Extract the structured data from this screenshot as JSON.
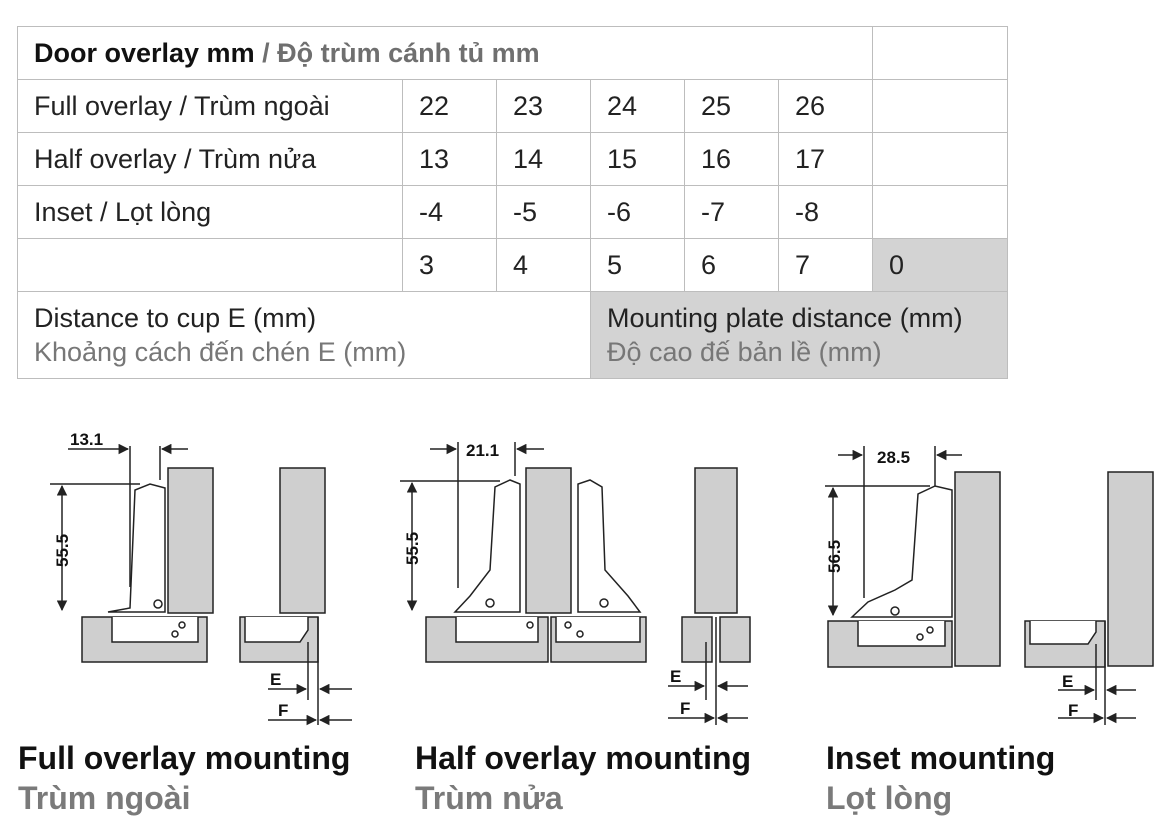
{
  "table": {
    "header_en": "Door overlay mm",
    "header_sep": " / ",
    "header_vi": "Độ trùm cánh tủ mm",
    "rows": [
      {
        "label": "Full overlay / Trùm ngoài",
        "values": [
          "22",
          "23",
          "24",
          "25",
          "26"
        ]
      },
      {
        "label": "Half overlay / Trùm nửa",
        "values": [
          "13",
          "14",
          "15",
          "16",
          "17"
        ]
      },
      {
        "label": "Inset / Lọt lòng",
        "values": [
          "-4",
          "-5",
          "-6",
          "-7",
          "-8"
        ]
      }
    ],
    "distance_values": [
      "3",
      "4",
      "5",
      "6",
      "7"
    ],
    "plate_value": "0",
    "footer_left_en": "Distance to cup E (mm)",
    "footer_left_vi": "Khoảng cách đến chén E (mm)",
    "footer_right_en": "Mounting plate distance (mm)",
    "footer_right_vi": "Độ cao đế bản lề (mm)"
  },
  "diagrams": [
    {
      "dim_width": "13.1",
      "dim_height": "55.5",
      "label_e": "E",
      "label_f": "F",
      "caption_en": "Full overlay mounting",
      "caption_vi": "Trùm ngoài"
    },
    {
      "dim_width": "21.1",
      "dim_height": "55.5",
      "label_e": "E",
      "label_f": "F",
      "caption_en": "Half overlay mounting",
      "caption_vi": "Trùm nửa"
    },
    {
      "dim_width": "28.5",
      "dim_height": "56.5",
      "label_e": "E",
      "label_f": "F",
      "caption_en": "Inset mounting",
      "caption_vi": "Lọt lòng"
    }
  ],
  "colors": {
    "panel": "#cfcfcf",
    "grey_cell": "#d3d3d3",
    "line": "#222222",
    "caption_vi": "#7a7a7a"
  }
}
